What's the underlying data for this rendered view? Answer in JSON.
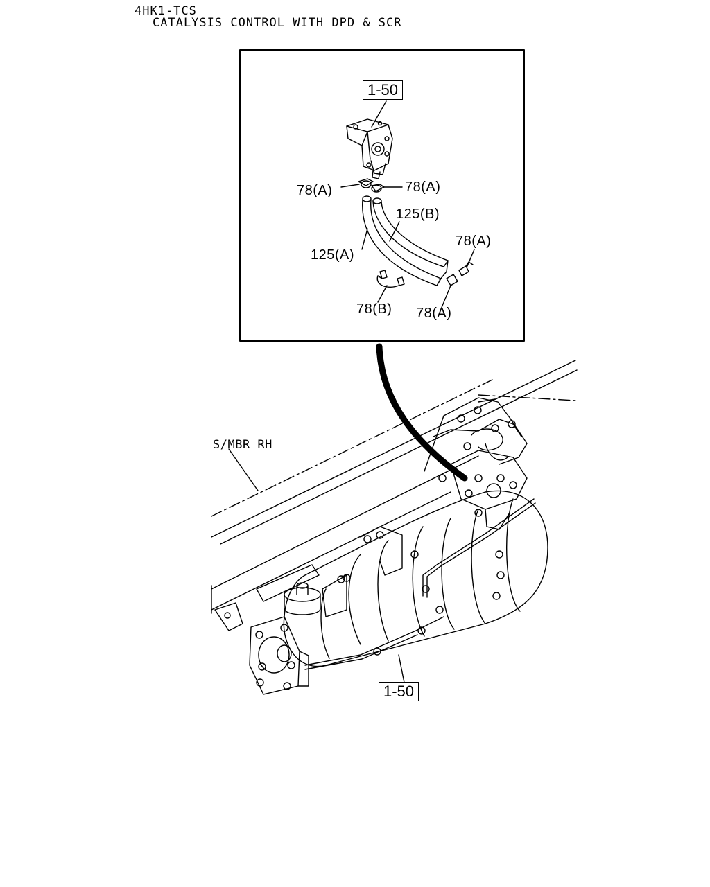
{
  "header": {
    "engine_code": "4HK1-TCS",
    "section_title": "CATALYSIS CONTROL WITH DPD & SCR"
  },
  "detail_labels": {
    "ref_top": "1-50",
    "clip_left": "78(A)",
    "clip_right": "78(A)",
    "hose_b": "125(B)",
    "hose_a": "125(A)",
    "clip_end_upper": "78(A)",
    "clip_b": "78(B)",
    "clip_end_lower": "78(A)"
  },
  "main_labels": {
    "frame": "S/MBR RH",
    "ref_bottom": "1-50"
  }
}
